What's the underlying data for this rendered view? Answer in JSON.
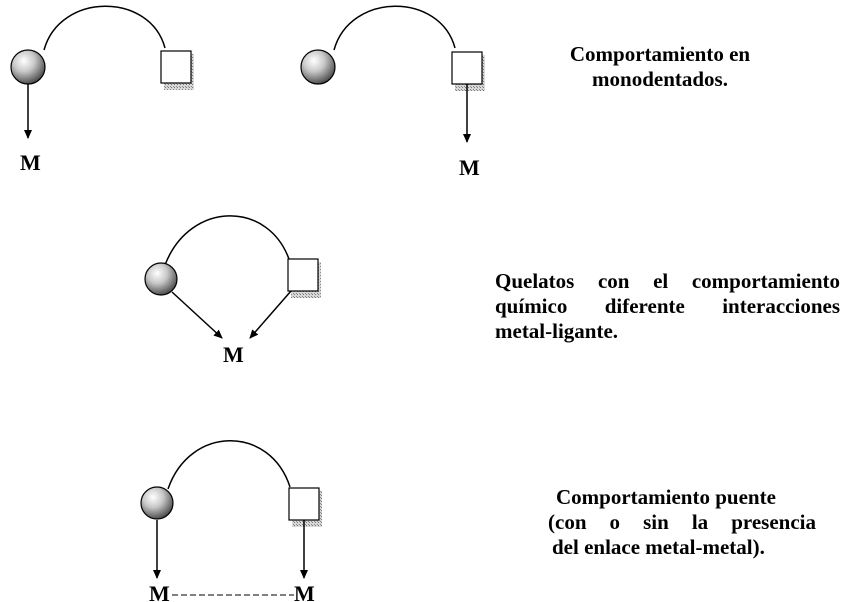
{
  "labels": {
    "metal": "M"
  },
  "captions": {
    "monodentate": {
      "line1": "Comportamiento en",
      "line2": "monodentados."
    },
    "chelate": {
      "line1": "Quelatos con el comportamiento",
      "line2": "químico diferente interacciones",
      "line3": "metal-ligante."
    },
    "bridge": {
      "line1": "Comportamiento puente",
      "line2": "(con o sin la presencia",
      "line3": "del enlace metal-metal)."
    }
  },
  "colors": {
    "ink": "#000000",
    "sphere_highlight": "#ffffff",
    "sphere_shadow": "#5a5a5a",
    "square_shadow": "#9a9a9a"
  }
}
